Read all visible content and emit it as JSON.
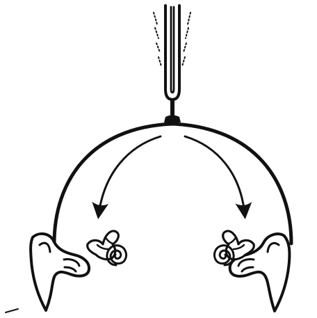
{
  "diagram": {
    "ink_color": "#111111",
    "background_color": "#ffffff",
    "elements": [
      "tuning-fork-icon",
      "skull-arc",
      "left-sound-arrow",
      "right-sound-arrow",
      "left-outer-ear",
      "right-outer-ear",
      "left-ossicles",
      "right-ossicles",
      "left-cochlea-icon",
      "right-cochlea-icon"
    ]
  }
}
